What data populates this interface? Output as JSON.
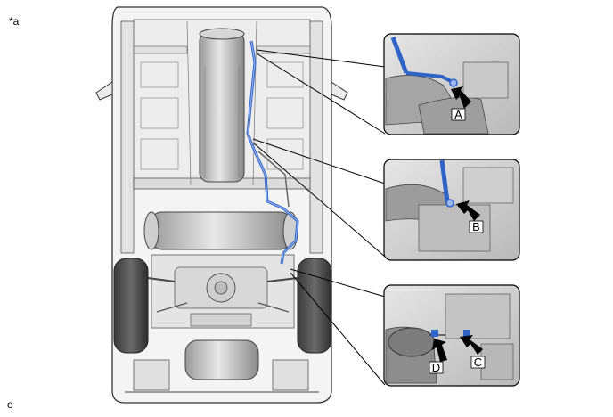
{
  "figure": {
    "corner_top_left": "*a",
    "corner_bottom_left": "o"
  },
  "callouts": {
    "a": "A",
    "b": "B",
    "c": "C",
    "d": "D"
  },
  "colors": {
    "pipe_blue": "#2f63c8",
    "line_black": "#1a1a1a",
    "panel_grey": "#d4d4d4",
    "body_grey": "#e9e9e9"
  }
}
